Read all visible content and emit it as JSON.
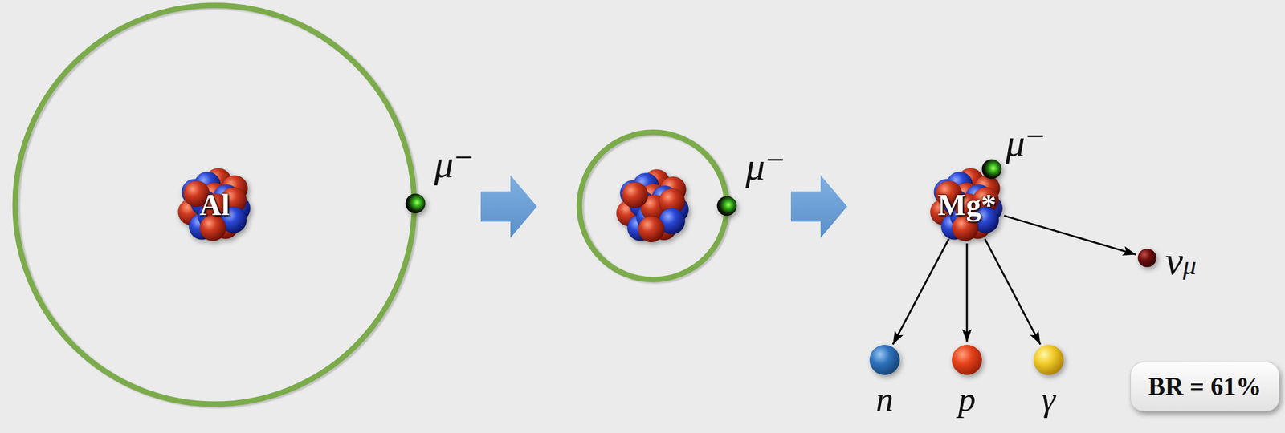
{
  "diagram": {
    "nodes": [
      {
        "text": [
          "Al"
        ]
      },
      {
        "text": [
          "μ⁻"
        ]
      },
      {
        "text": [
          "μ⁻"
        ]
      },
      {
        "text": [
          "Mg*"
        ]
      },
      {
        "text": [
          "μ⁻"
        ]
      },
      {
        "text": [
          "νμ"
        ]
      },
      {
        "text": [
          "n"
        ]
      },
      {
        "text": [
          "p"
        ]
      },
      {
        "text": [
          "γ"
        ]
      },
      {
        "text": [
          "BR = 61%"
        ]
      }
    ],
    "edges": [
      {
        "from": 3,
        "to": 5,
        "arrow": "to"
      },
      {
        "from": 3,
        "to": 6,
        "arrow": "to"
      },
      {
        "from": 3,
        "to": 7,
        "arrow": "to"
      },
      {
        "from": 3,
        "to": 8,
        "arrow": "to"
      }
    ]
  }
}
